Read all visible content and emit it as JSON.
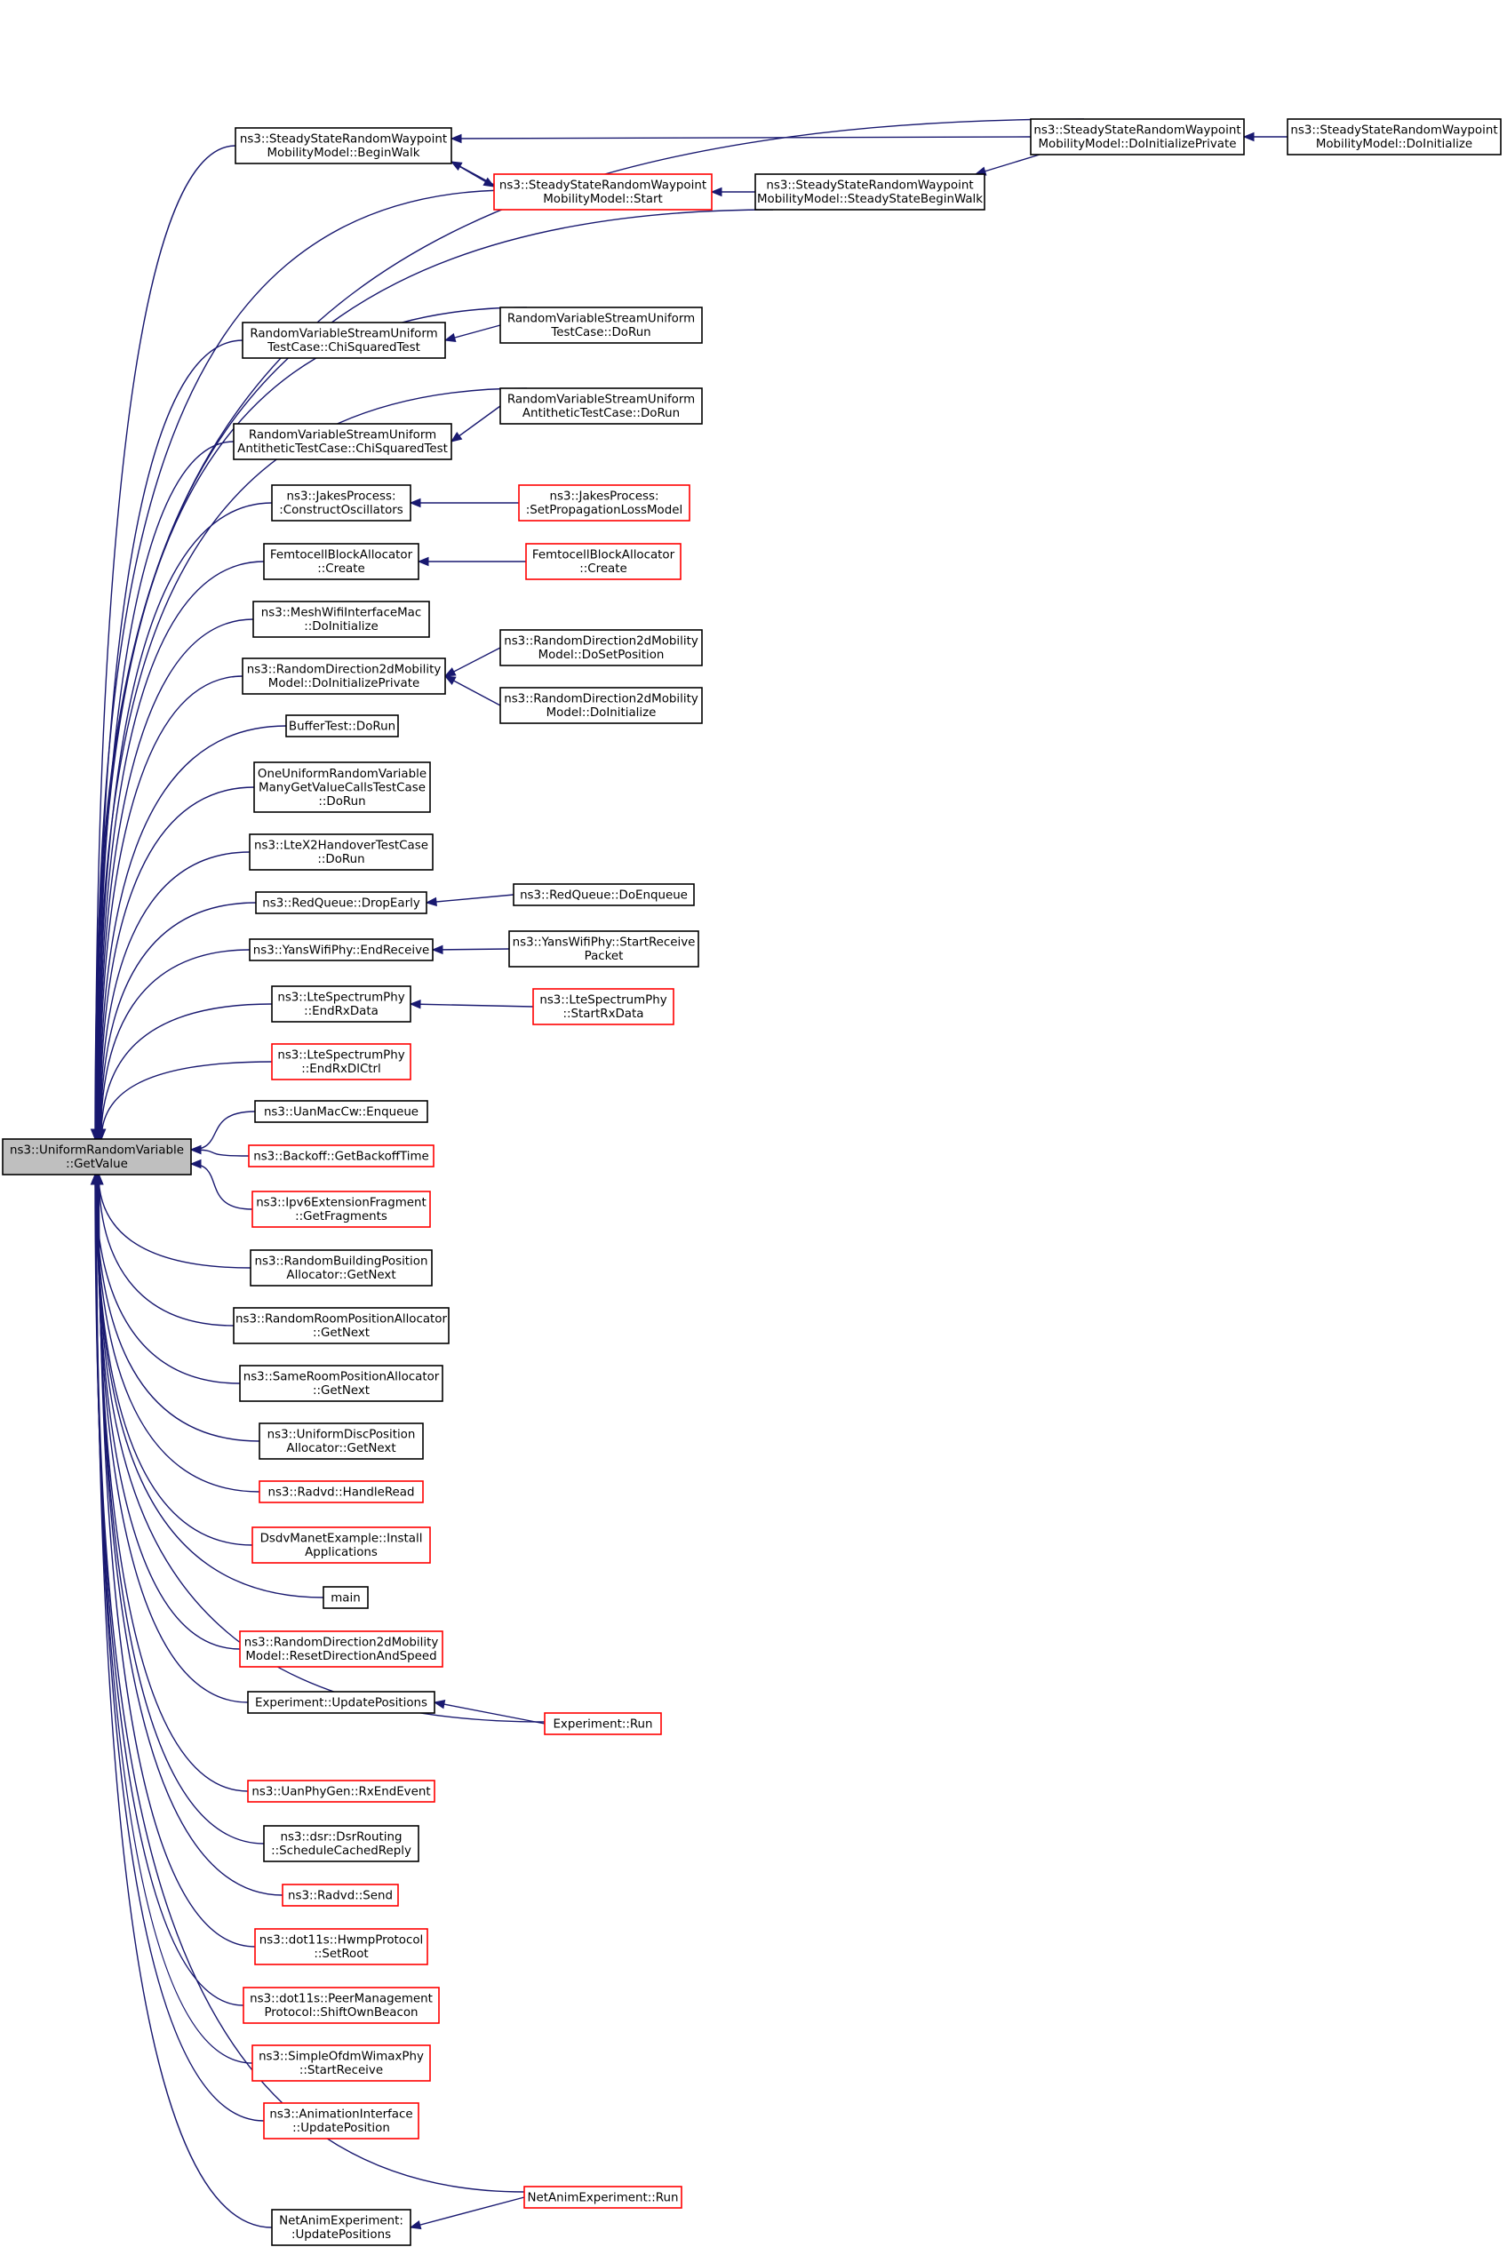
{
  "colors": {
    "edge": "#191970",
    "normal_border": "#000000",
    "truncated_border": "#ff0000",
    "root_fill": "#bfbfbf",
    "node_fill": "#ffffff"
  },
  "nodes": [
    {
      "id": "root",
      "lines": [
        "ns3::UniformRandomVariable",
        "::GetValue"
      ],
      "style": "root"
    },
    {
      "id": "ssrw_beginwalk",
      "lines": [
        "ns3::SteadyStateRandomWaypoint",
        "MobilityModel::BeginWalk"
      ],
      "style": "normal"
    },
    {
      "id": "ssrw_start",
      "lines": [
        "ns3::SteadyStateRandomWaypoint",
        "MobilityModel::Start"
      ],
      "style": "truncated"
    },
    {
      "id": "ssrw_doinitprivate",
      "lines": [
        "ns3::SteadyStateRandomWaypoint",
        "MobilityModel::DoInitializePrivate"
      ],
      "style": "normal"
    },
    {
      "id": "ssrw_doinit",
      "lines": [
        "ns3::SteadyStateRandomWaypoint",
        "MobilityModel::DoInitialize"
      ],
      "style": "normal"
    },
    {
      "id": "ssrw_ssbeginwalk",
      "lines": [
        "ns3::SteadyStateRandomWaypoint",
        "MobilityModel::SteadyStateBeginWalk"
      ],
      "style": "normal"
    },
    {
      "id": "rvsu_chi",
      "lines": [
        "RandomVariableStreamUniform",
        "TestCase::ChiSquaredTest"
      ],
      "style": "normal"
    },
    {
      "id": "rvsu_dorun",
      "lines": [
        "RandomVariableStreamUniform",
        "TestCase::DoRun"
      ],
      "style": "normal"
    },
    {
      "id": "rvsua_chi",
      "lines": [
        "RandomVariableStreamUniform",
        "AntitheticTestCase::ChiSquaredTest"
      ],
      "style": "normal"
    },
    {
      "id": "rvsua_dorun",
      "lines": [
        "RandomVariableStreamUniform",
        "AntitheticTestCase::DoRun"
      ],
      "style": "normal"
    },
    {
      "id": "jakes_construct",
      "lines": [
        "ns3::JakesProcess:",
        ":ConstructOscillators"
      ],
      "style": "normal"
    },
    {
      "id": "jakes_setprop",
      "lines": [
        "ns3::JakesProcess:",
        ":SetPropagationLossModel"
      ],
      "style": "truncated"
    },
    {
      "id": "femto_create",
      "lines": [
        "FemtocellBlockAllocator",
        "::Create"
      ],
      "style": "normal"
    },
    {
      "id": "femto_create2",
      "lines": [
        "FemtocellBlockAllocator",
        "::Create"
      ],
      "style": "truncated"
    },
    {
      "id": "meshwifi_doinit",
      "lines": [
        "ns3::MeshWifiInterfaceMac",
        "::DoInitialize"
      ],
      "style": "normal"
    },
    {
      "id": "rd2d_doinitprivate",
      "lines": [
        "ns3::RandomDirection2dMobility",
        "Model::DoInitializePrivate"
      ],
      "style": "normal"
    },
    {
      "id": "rd2d_dosetpos",
      "lines": [
        "ns3::RandomDirection2dMobility",
        "Model::DoSetPosition"
      ],
      "style": "normal"
    },
    {
      "id": "rd2d_doinit",
      "lines": [
        "ns3::RandomDirection2dMobility",
        "Model::DoInitialize"
      ],
      "style": "normal"
    },
    {
      "id": "buffertest_dorun",
      "lines": [
        "BufferTest::DoRun"
      ],
      "style": "normal"
    },
    {
      "id": "oneuniform_dorun",
      "lines": [
        "OneUniformRandomVariable",
        "ManyGetValueCallsTestCase",
        "::DoRun"
      ],
      "style": "normal"
    },
    {
      "id": "ltex2_dorun",
      "lines": [
        "ns3::LteX2HandoverTestCase",
        "::DoRun"
      ],
      "style": "normal"
    },
    {
      "id": "redqueue_dropearly",
      "lines": [
        "ns3::RedQueue::DropEarly"
      ],
      "style": "normal"
    },
    {
      "id": "redqueue_doenqueue",
      "lines": [
        "ns3::RedQueue::DoEnqueue"
      ],
      "style": "normal"
    },
    {
      "id": "yans_endreceive",
      "lines": [
        "ns3::YansWifiPhy::EndReceive"
      ],
      "style": "normal"
    },
    {
      "id": "yans_startreceive",
      "lines": [
        "ns3::YansWifiPhy::StartReceive",
        "Packet"
      ],
      "style": "normal"
    },
    {
      "id": "ltesp_endrxdata",
      "lines": [
        "ns3::LteSpectrumPhy",
        "::EndRxData"
      ],
      "style": "normal"
    },
    {
      "id": "ltesp_startrxdata",
      "lines": [
        "ns3::LteSpectrumPhy",
        "::StartRxData"
      ],
      "style": "truncated"
    },
    {
      "id": "ltesp_endrxdlctrl",
      "lines": [
        "ns3::LteSpectrumPhy",
        "::EndRxDlCtrl"
      ],
      "style": "truncated"
    },
    {
      "id": "uanmaccw_enqueue",
      "lines": [
        "ns3::UanMacCw::Enqueue"
      ],
      "style": "normal"
    },
    {
      "id": "backoff_get",
      "lines": [
        "ns3::Backoff::GetBackoffTime"
      ],
      "style": "truncated"
    },
    {
      "id": "ipv6frag_get",
      "lines": [
        "ns3::Ipv6ExtensionFragment",
        "::GetFragments"
      ],
      "style": "truncated"
    },
    {
      "id": "randbuilding_getnext",
      "lines": [
        "ns3::RandomBuildingPosition",
        "Allocator::GetNext"
      ],
      "style": "normal"
    },
    {
      "id": "randroom_getnext",
      "lines": [
        "ns3::RandomRoomPositionAllocator",
        "::GetNext"
      ],
      "style": "normal"
    },
    {
      "id": "sameroom_getnext",
      "lines": [
        "ns3::SameRoomPositionAllocator",
        "::GetNext"
      ],
      "style": "normal"
    },
    {
      "id": "uniformdisc_getnext",
      "lines": [
        "ns3::UniformDiscPosition",
        "Allocator::GetNext"
      ],
      "style": "normal"
    },
    {
      "id": "radvd_handleread",
      "lines": [
        "ns3::Radvd::HandleRead"
      ],
      "style": "truncated"
    },
    {
      "id": "dsdv_install",
      "lines": [
        "DsdvManetExample::Install",
        "Applications"
      ],
      "style": "truncated"
    },
    {
      "id": "main",
      "lines": [
        "main"
      ],
      "style": "normal"
    },
    {
      "id": "rd2d_reset",
      "lines": [
        "ns3::RandomDirection2dMobility",
        "Model::ResetDirectionAndSpeed"
      ],
      "style": "truncated"
    },
    {
      "id": "exp_updatepos",
      "lines": [
        "Experiment::UpdatePositions"
      ],
      "style": "normal"
    },
    {
      "id": "exp_run",
      "lines": [
        "Experiment::Run"
      ],
      "style": "truncated"
    },
    {
      "id": "uanphygen_rxend",
      "lines": [
        "ns3::UanPhyGen::RxEndEvent"
      ],
      "style": "truncated"
    },
    {
      "id": "dsr_schedule",
      "lines": [
        "ns3::dsr::DsrRouting",
        "::ScheduleCachedReply"
      ],
      "style": "normal"
    },
    {
      "id": "radvd_send",
      "lines": [
        "ns3::Radvd::Send"
      ],
      "style": "truncated"
    },
    {
      "id": "hwmp_setroot",
      "lines": [
        "ns3::dot11s::HwmpProtocol",
        "::SetRoot"
      ],
      "style": "truncated"
    },
    {
      "id": "peermgmt_shift",
      "lines": [
        "ns3::dot11s::PeerManagement",
        "Protocol::ShiftOwnBeacon"
      ],
      "style": "truncated"
    },
    {
      "id": "simpleofdm_start",
      "lines": [
        "ns3::SimpleOfdmWimaxPhy",
        "::StartReceive"
      ],
      "style": "truncated"
    },
    {
      "id": "anim_updatepos",
      "lines": [
        "ns3::AnimationInterface",
        "::UpdatePosition"
      ],
      "style": "truncated"
    },
    {
      "id": "netanim_run",
      "lines": [
        "NetAnimExperiment::Run"
      ],
      "style": "truncated"
    },
    {
      "id": "netanim_updatepos",
      "lines": [
        "NetAnimExperiment:",
        ":UpdatePositions"
      ],
      "style": "normal"
    }
  ]
}
